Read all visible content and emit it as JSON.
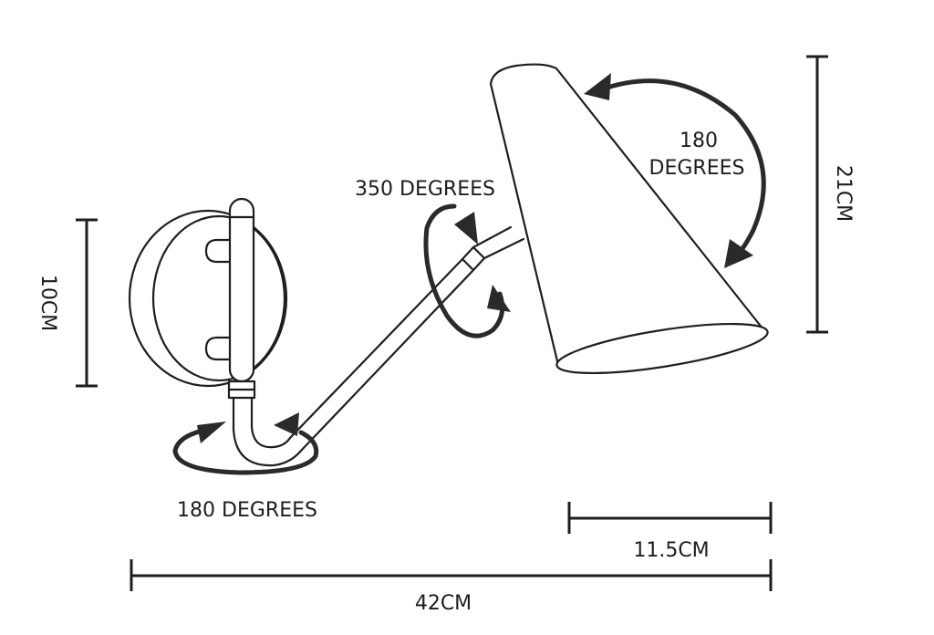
{
  "dimensions": {
    "height_base": "10CM",
    "height_shade": "21CM",
    "width_shade": "11.5CM",
    "width_total": "42CM"
  },
  "rotations": {
    "shade": [
      "180",
      "DEGREES"
    ],
    "arm": "350 DEGREES",
    "base": "180 DEGREES"
  },
  "colors": {
    "line": "#1e1e1e",
    "arrow": "#2a2a2a",
    "background": "#ffffff"
  }
}
